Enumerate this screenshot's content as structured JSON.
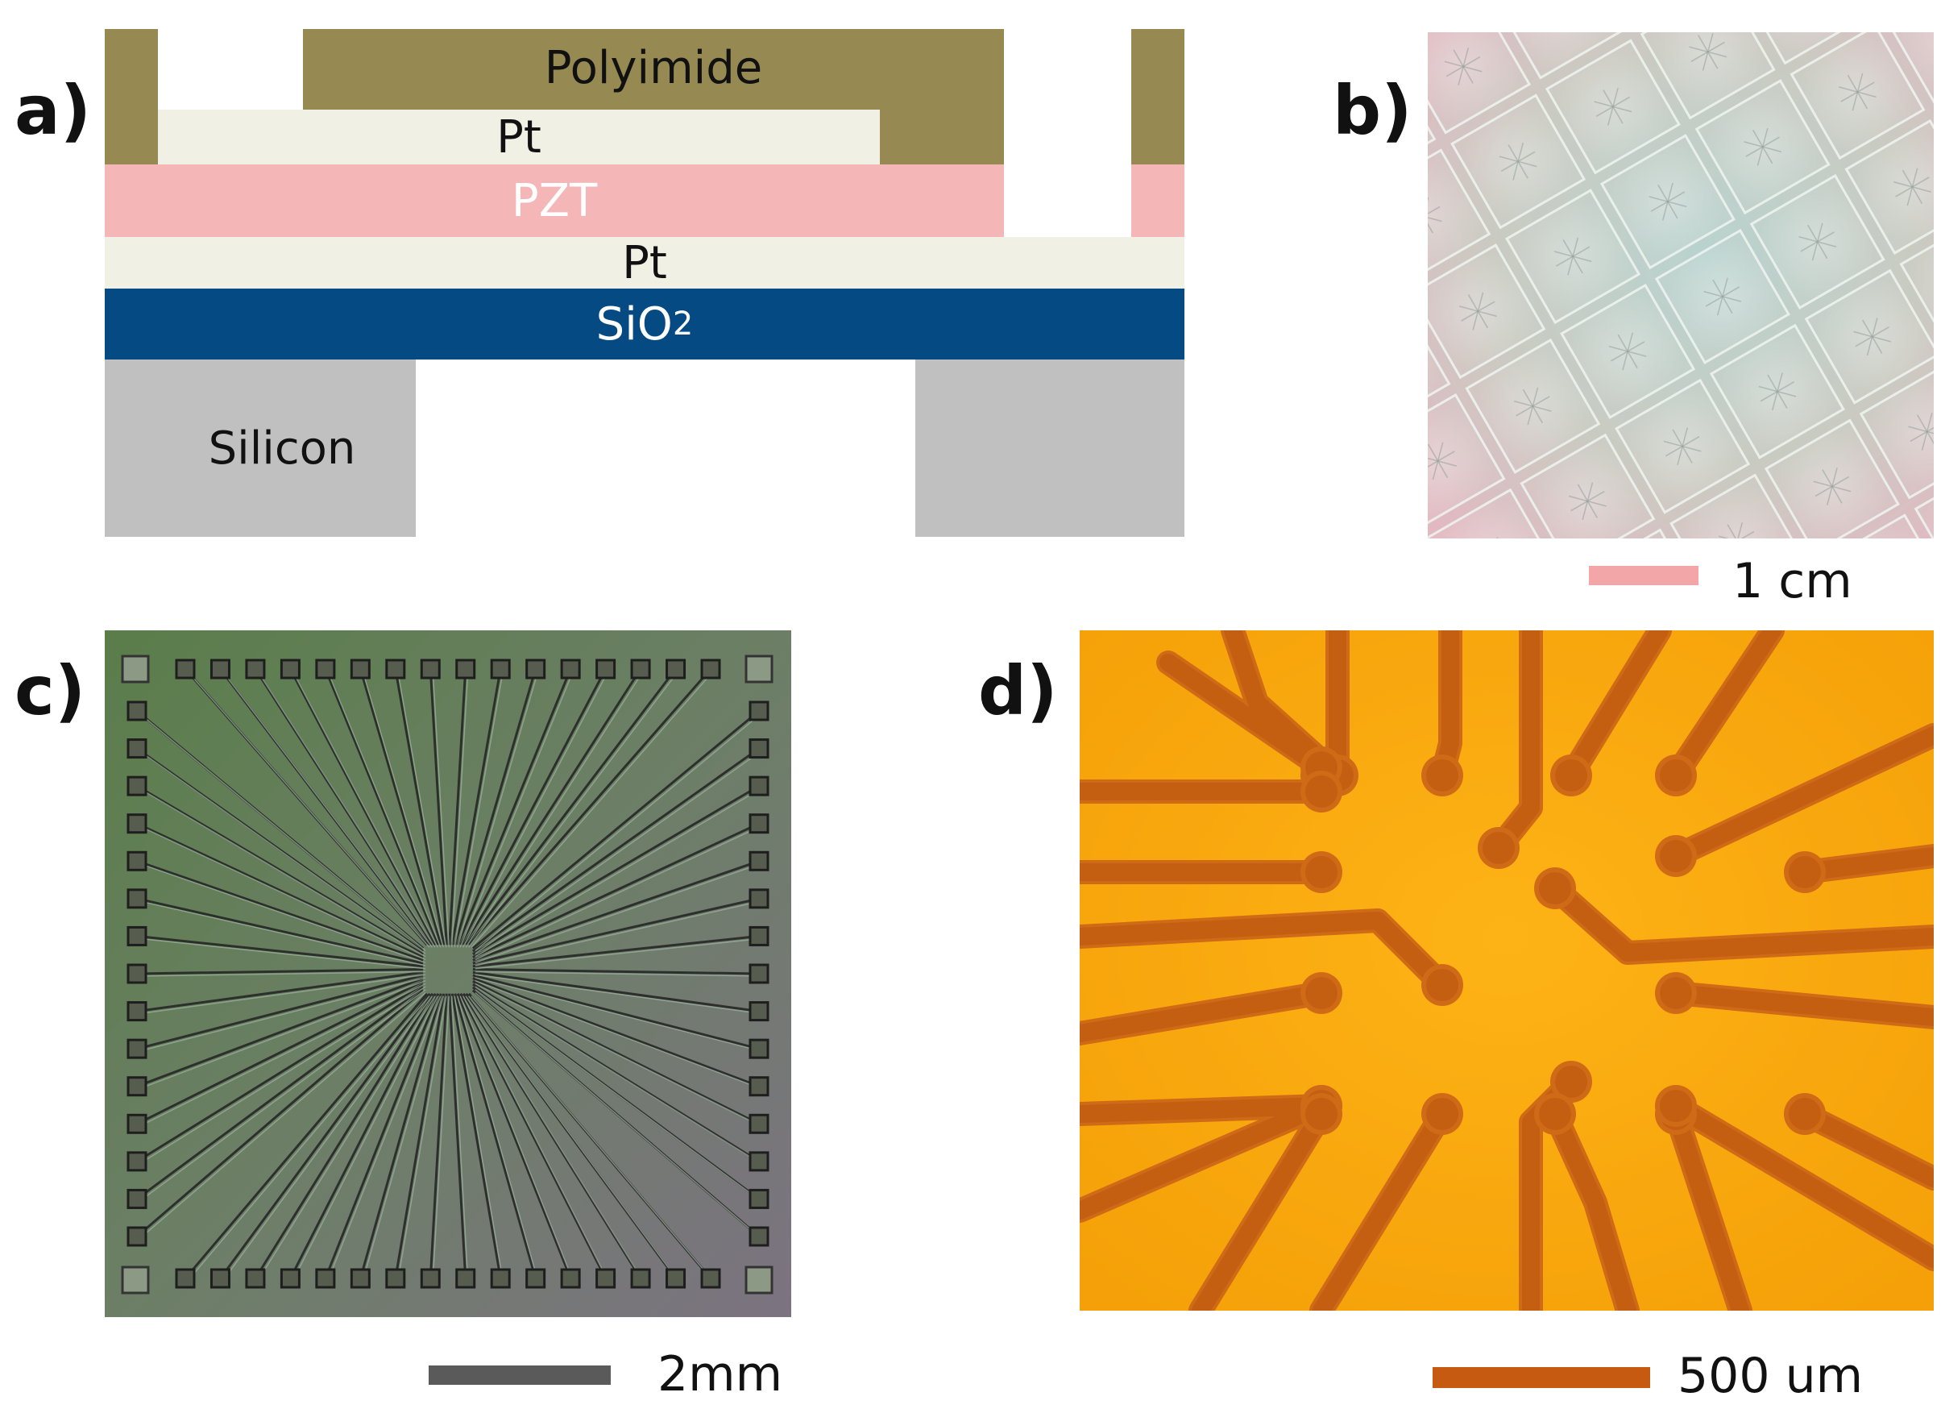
{
  "figure": {
    "panel_a": {
      "label": "a)",
      "layers": {
        "polyimide": "Polyimide",
        "pt_top": "Pt",
        "pzt": "PZT",
        "pt_bottom": "Pt",
        "sio2": "SiO",
        "sio2_subscript": "2",
        "silicon": "Silicon"
      },
      "colors": {
        "polyimide": "#968a52",
        "pt": "#f1f0e5",
        "pzt": "#f4b6b6",
        "sio2": "#054a83",
        "silicon": "#c0c0c0"
      }
    },
    "panel_b": {
      "label": "b)",
      "scale_text": "1 cm",
      "scale_color": "#f2a6a8"
    },
    "panel_c": {
      "label": "c)",
      "scale_text": "2mm",
      "scale_color": "#5a5a5a"
    },
    "panel_d": {
      "label": "d)",
      "scale_text": "500 um",
      "scale_color": "#c55a10"
    }
  }
}
